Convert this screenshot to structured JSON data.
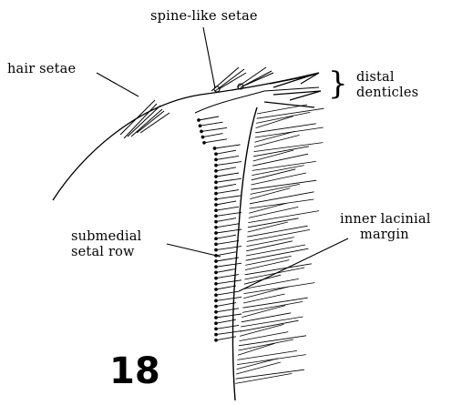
{
  "figure": {
    "number": "18",
    "labels": {
      "spine_like_setae": "spine-like setae",
      "hair_setae": "hair setae",
      "distal_denticles_line1": "distal",
      "distal_denticles_line2": "denticles",
      "submedial_line1": "submedial",
      "submedial_line2": "setal row",
      "inner_margin_line1": "inner lacinial",
      "inner_margin_line2": "margin"
    },
    "colors": {
      "ink": "#000000",
      "background": "#ffffff"
    }
  }
}
